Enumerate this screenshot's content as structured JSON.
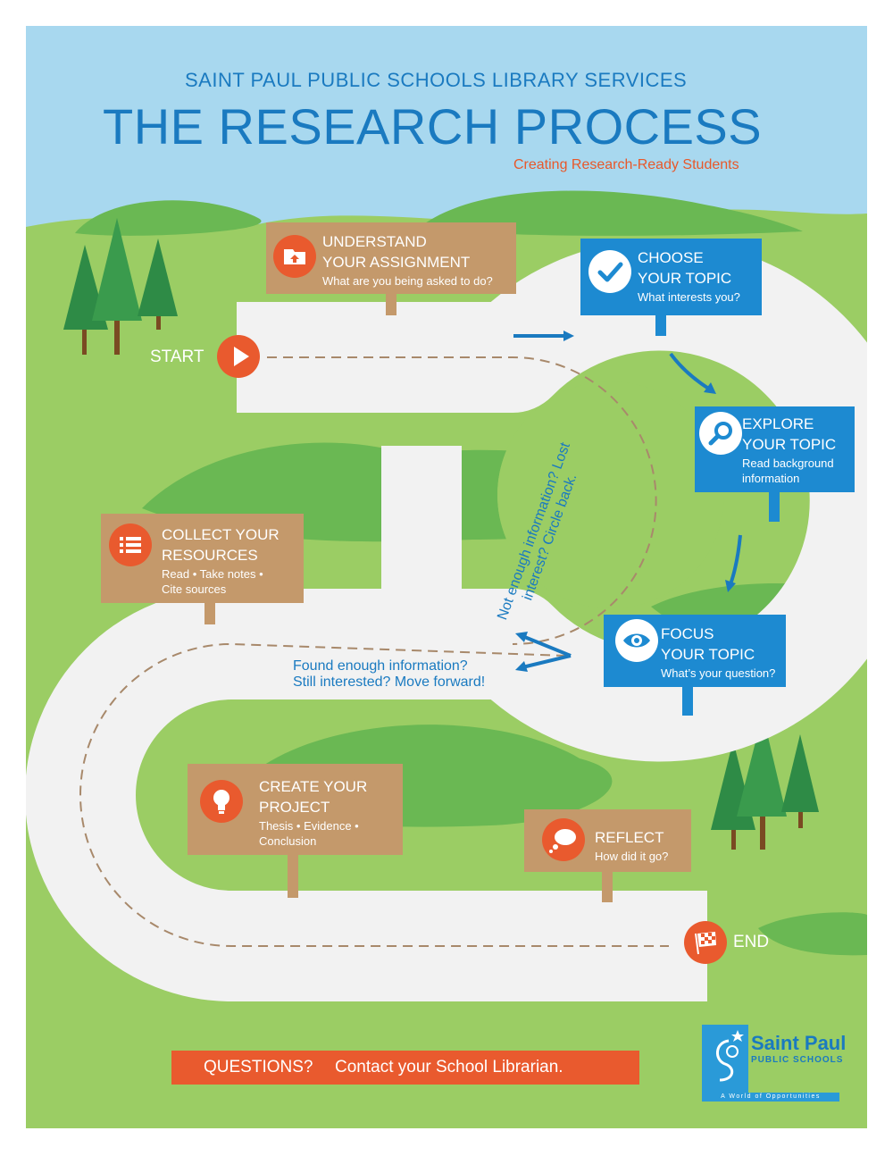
{
  "header": {
    "org": "SAINT PAUL PUBLIC SCHOOLS LIBRARY SERVICES",
    "title": "THE RESEARCH PROCESS",
    "subtitle": "Creating Research-Ready Students"
  },
  "path": {
    "start_label": "START",
    "end_label": "END",
    "loop_note": "Not enough information? Lost interest? Circle back.",
    "forward_note_1": "Found enough information?",
    "forward_note_2": "Still interested? Move forward!"
  },
  "steps": [
    {
      "icon": "folder-upload-icon",
      "title_1": "UNDERSTAND",
      "title_2": "YOUR ASSIGNMENT",
      "sub_1": "What are you being asked to do?",
      "sub_2": ""
    },
    {
      "icon": "checkmark-icon",
      "title_1": "CHOOSE",
      "title_2": "YOUR TOPIC",
      "sub_1": "What interests you?",
      "sub_2": ""
    },
    {
      "icon": "magnifier-icon",
      "title_1": "EXPLORE",
      "title_2": "YOUR TOPIC",
      "sub_1": "Read background",
      "sub_2": "information"
    },
    {
      "icon": "eye-icon",
      "title_1": "FOCUS",
      "title_2": "YOUR TOPIC",
      "sub_1": "What’s your question?",
      "sub_2": ""
    },
    {
      "icon": "list-icon",
      "title_1": "COLLECT YOUR",
      "title_2": "RESOURCES",
      "sub_1": "Read  • Take notes  •",
      "sub_2": "Cite sources"
    },
    {
      "icon": "lightbulb-icon",
      "title_1": "CREATE YOUR",
      "title_2": "PROJECT",
      "sub_1": "Thesis  • Evidence  •",
      "sub_2": "Conclusion"
    },
    {
      "icon": "thought-bubble-icon",
      "title_1": "REFLECT",
      "title_2": "",
      "sub_1": "How did it go?",
      "sub_2": ""
    }
  ],
  "footer": {
    "questions": "QUESTIONS?",
    "contact": "Contact your School Librarian."
  },
  "logo": {
    "name": "Saint Paul",
    "sub": "PUBLIC SCHOOLS",
    "tagline": "A World of Opportunities"
  },
  "colors": {
    "sky": "#a8d8ef",
    "grass": "#9bcd64",
    "hills": "#6ab853",
    "road": "#f2f2f2",
    "brand_blue": "#1d8ad1",
    "accent_orange": "#e95a2e",
    "sign_tan": "#c4996b"
  }
}
